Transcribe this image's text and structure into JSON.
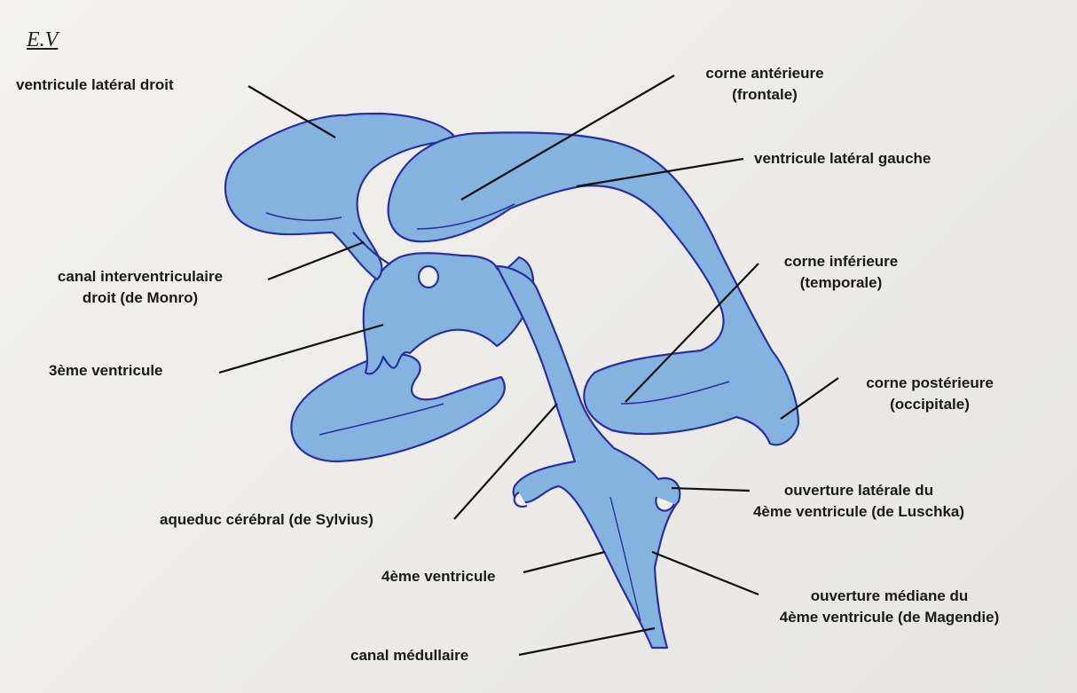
{
  "signature": "E.V",
  "colors": {
    "fill": "#7fb0dd",
    "fill_light": "#9cc3e6",
    "outline": "#2a2fa0",
    "leader": "#111111",
    "paper": "#efeeeb"
  },
  "labels": {
    "ventricule_lateral_droit": "ventricule latéral droit",
    "corne_anterieure_1": "corne antérieure",
    "corne_anterieure_2": "(frontale)",
    "ventricule_lateral_gauche": "ventricule latéral gauche",
    "canal_interventriculaire_1": "canal interventriculaire",
    "canal_interventriculaire_2": "droit (de Monro)",
    "corne_inferieure_1": "corne inférieure",
    "corne_inferieure_2": "(temporale)",
    "troisieme_ventricule": "3ème ventricule",
    "corne_posterieure_1": "corne postérieure",
    "corne_posterieure_2": "(occipitale)",
    "ouverture_laterale_1": "ouverture latérale du",
    "ouverture_laterale_2": "4ème ventricule (de Luschka)",
    "aqueduc": "aqueduc cérébral (de Sylvius)",
    "quatrieme_ventricule": "4ème ventricule",
    "ouverture_mediane_1": "ouverture médiane du",
    "ouverture_mediane_2": "4ème ventricule (de Magendie)",
    "canal_medullaire": "canal médullaire"
  }
}
